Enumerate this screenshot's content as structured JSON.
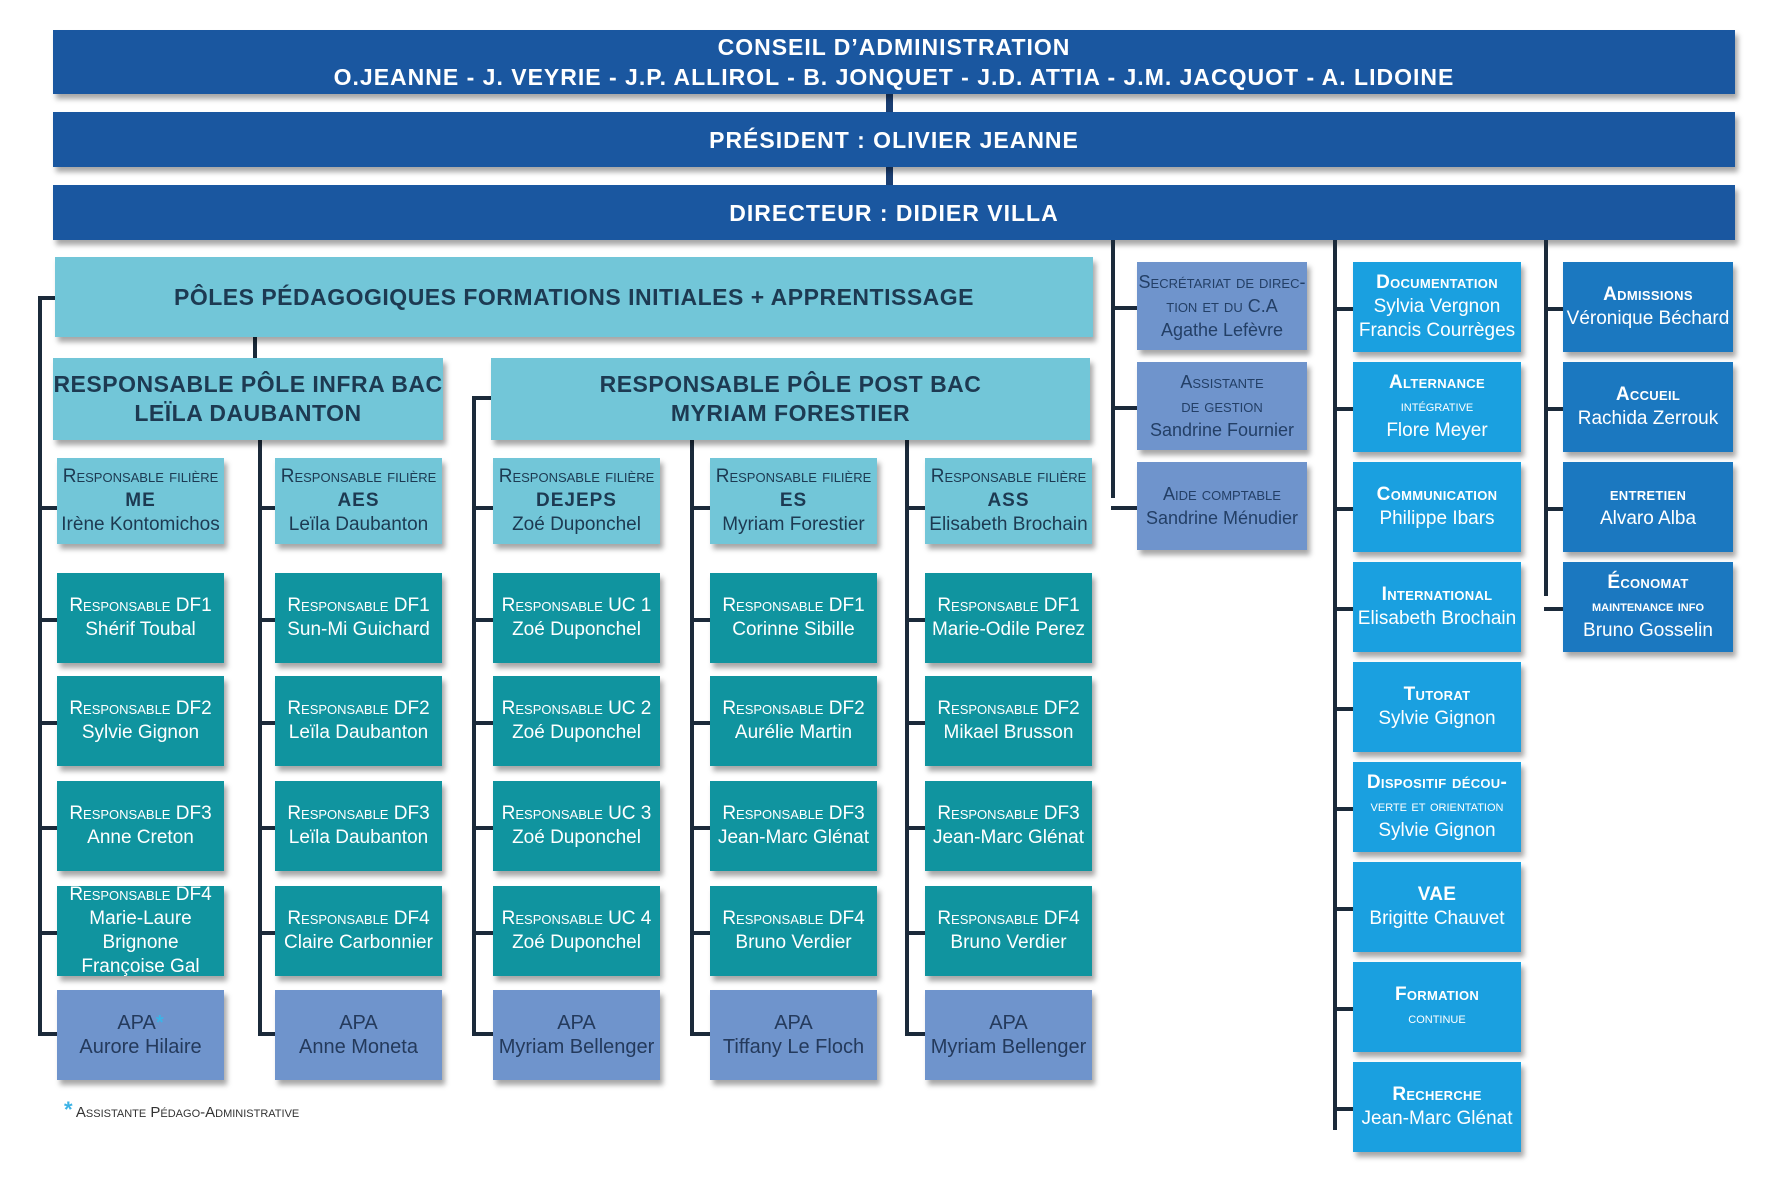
{
  "board": {
    "title": "CONSEIL D’ADMINISTRATION",
    "members": "O.JEANNE - J. VEYRIE - J.P. ALLIROL - B. JONQUET - J.D. ATTIA - J.M. JACQUOT - A. LIDOINE"
  },
  "president": "PRÉSIDENT : OLIVIER JEANNE",
  "directeur": "DIRECTEUR : DIDIER VILLA",
  "poles": "PÔLES PÉDAGOGIQUES FORMATIONS INITIALES + APPRENTISSAGE",
  "infra": {
    "title": "RESPONSABLE PÔLE INFRA BAC",
    "name": "LEÏLA DAUBANTON"
  },
  "post": {
    "title": "RESPONSABLE PÔLE POST BAC",
    "name": "MYRIAM FORESTIER"
  },
  "columns": [
    {
      "role": "Responsable filière",
      "code": "ME",
      "name": "Irène Kontomichos",
      "items": [
        {
          "role": "Responsable DF1",
          "name": "Shérif Toubal"
        },
        {
          "role": "Responsable DF2",
          "name": "Sylvie Gignon"
        },
        {
          "role": "Responsable DF3",
          "name": "Anne Creton"
        },
        {
          "role": "Responsable DF4",
          "name": "Marie-Laure Brignone",
          "name2": "Françoise Gal"
        }
      ],
      "apa": {
        "label": "APA",
        "name": "Aurore Hilaire"
      }
    },
    {
      "role": "Responsable filière",
      "code": "AES",
      "name": "Leïla Daubanton",
      "items": [
        {
          "role": "Responsable DF1",
          "name": "Sun-Mi Guichard"
        },
        {
          "role": "Responsable DF2",
          "name": "Leïla Daubanton"
        },
        {
          "role": "Responsable DF3",
          "name": "Leïla Daubanton"
        },
        {
          "role": "Responsable DF4",
          "name": "Claire Carbonnier"
        }
      ],
      "apa": {
        "label": "APA",
        "name": "Anne Moneta"
      }
    },
    {
      "role": "Responsable filière",
      "code": "DEJEPS",
      "name": "Zoé Duponchel",
      "items": [
        {
          "role": "Responsable UC 1",
          "name": "Zoé Duponchel"
        },
        {
          "role": "Responsable UC 2",
          "name": "Zoé Duponchel"
        },
        {
          "role": "Responsable UC 3",
          "name": "Zoé Duponchel"
        },
        {
          "role": "Responsable UC 4",
          "name": "Zoé Duponchel"
        }
      ],
      "apa": {
        "label": "APA",
        "name": "Myriam Bellenger"
      }
    },
    {
      "role": "Responsable filière",
      "code": "ES",
      "name": "Myriam Forestier",
      "items": [
        {
          "role": "Responsable DF1",
          "name": "Corinne Sibille"
        },
        {
          "role": "Responsable DF2",
          "name": "Aurélie Martin"
        },
        {
          "role": "Responsable DF3",
          "name": "Jean-Marc Glénat"
        },
        {
          "role": "Responsable DF4",
          "name": "Bruno Verdier"
        }
      ],
      "apa": {
        "label": "APA",
        "name": "Tiffany Le Floch"
      }
    },
    {
      "role": "Responsable filière",
      "code": "ASS",
      "name": "Elisabeth Brochain",
      "items": [
        {
          "role": "Responsable DF1",
          "name": "Marie-Odile Perez"
        },
        {
          "role": "Responsable DF2",
          "name": "Mikael Brusson"
        },
        {
          "role": "Responsable DF3",
          "name": "Jean-Marc Glénat"
        },
        {
          "role": "Responsable DF4",
          "name": "Bruno Verdier"
        }
      ],
      "apa": {
        "label": "APA",
        "name": "Myriam Bellenger"
      }
    }
  ],
  "secretariat": [
    {
      "role": "Secrétariat de direc-",
      "role2": "tion et du C.A",
      "name": "Agathe Lefèvre"
    },
    {
      "role": "Assistante",
      "role2": "de gestion",
      "name": "Sandrine Fournier"
    },
    {
      "role": "Aide comptable",
      "name": "Sandrine Ménudier"
    }
  ],
  "services": [
    {
      "role": "Documentation",
      "name": "Sylvia Vergnon",
      "name2": "Francis Courrèges"
    },
    {
      "role": "Alternance",
      "role2": "intégrative",
      "name": "Flore Meyer"
    },
    {
      "role": "Communication",
      "name": "Philippe Ibars"
    },
    {
      "role": "International",
      "name": "Elisabeth Brochain"
    },
    {
      "role": "Tutorat",
      "name": "Sylvie Gignon"
    },
    {
      "role": "Dispositif décou-",
      "role2": "verte et orientation",
      "name": "Sylvie Gignon"
    },
    {
      "role": "VAE",
      "name": "Brigitte Chauvet"
    },
    {
      "role": "Formation",
      "role2": "continue"
    },
    {
      "role": "Recherche",
      "name": "Jean-Marc Glénat"
    }
  ],
  "admin": [
    {
      "role": "Admissions",
      "name": "Véronique Béchard"
    },
    {
      "role": "Accueil",
      "name": "Rachida Zerrouk"
    },
    {
      "role": "entretien",
      "name": "Alvaro Alba"
    },
    {
      "role": "Économat",
      "role2": "maintenance info",
      "name": "Bruno Gosselin"
    }
  ],
  "footnote": "Assistante Pédago-Administrative",
  "colors": {
    "top": "#1a57a0",
    "pole": "#72c6d8",
    "df": "#10949f",
    "apa": "#6f94cc",
    "services": "#1aa0e0",
    "admin": "#1b78c0"
  }
}
